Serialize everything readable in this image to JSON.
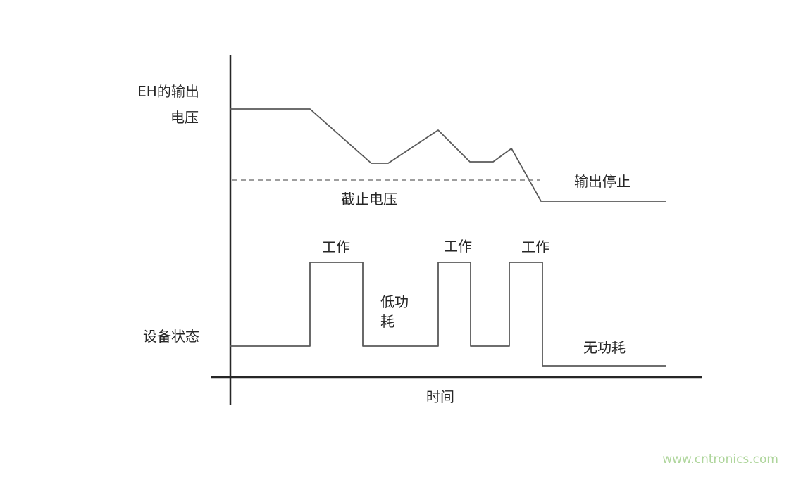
{
  "diagram": {
    "y_axis_top_label_line1": "EH的输出",
    "y_axis_top_label_line2": "电压",
    "y_axis_bottom_label": "设备状态",
    "x_axis_label": "时间",
    "cutoff_voltage_label": "截止电压",
    "output_stop_label": "输出停止",
    "working_labels": [
      "工作",
      "工作",
      "工作"
    ],
    "low_power_label_line1": "低功",
    "low_power_label_line2": "耗",
    "no_power_label": "无功耗"
  },
  "colors": {
    "axis": "#262626",
    "curve": "#595959",
    "dashed": "#7f7f7f",
    "watermark": "#aed59b"
  },
  "watermark": {
    "text": "www.cntronics.com"
  }
}
